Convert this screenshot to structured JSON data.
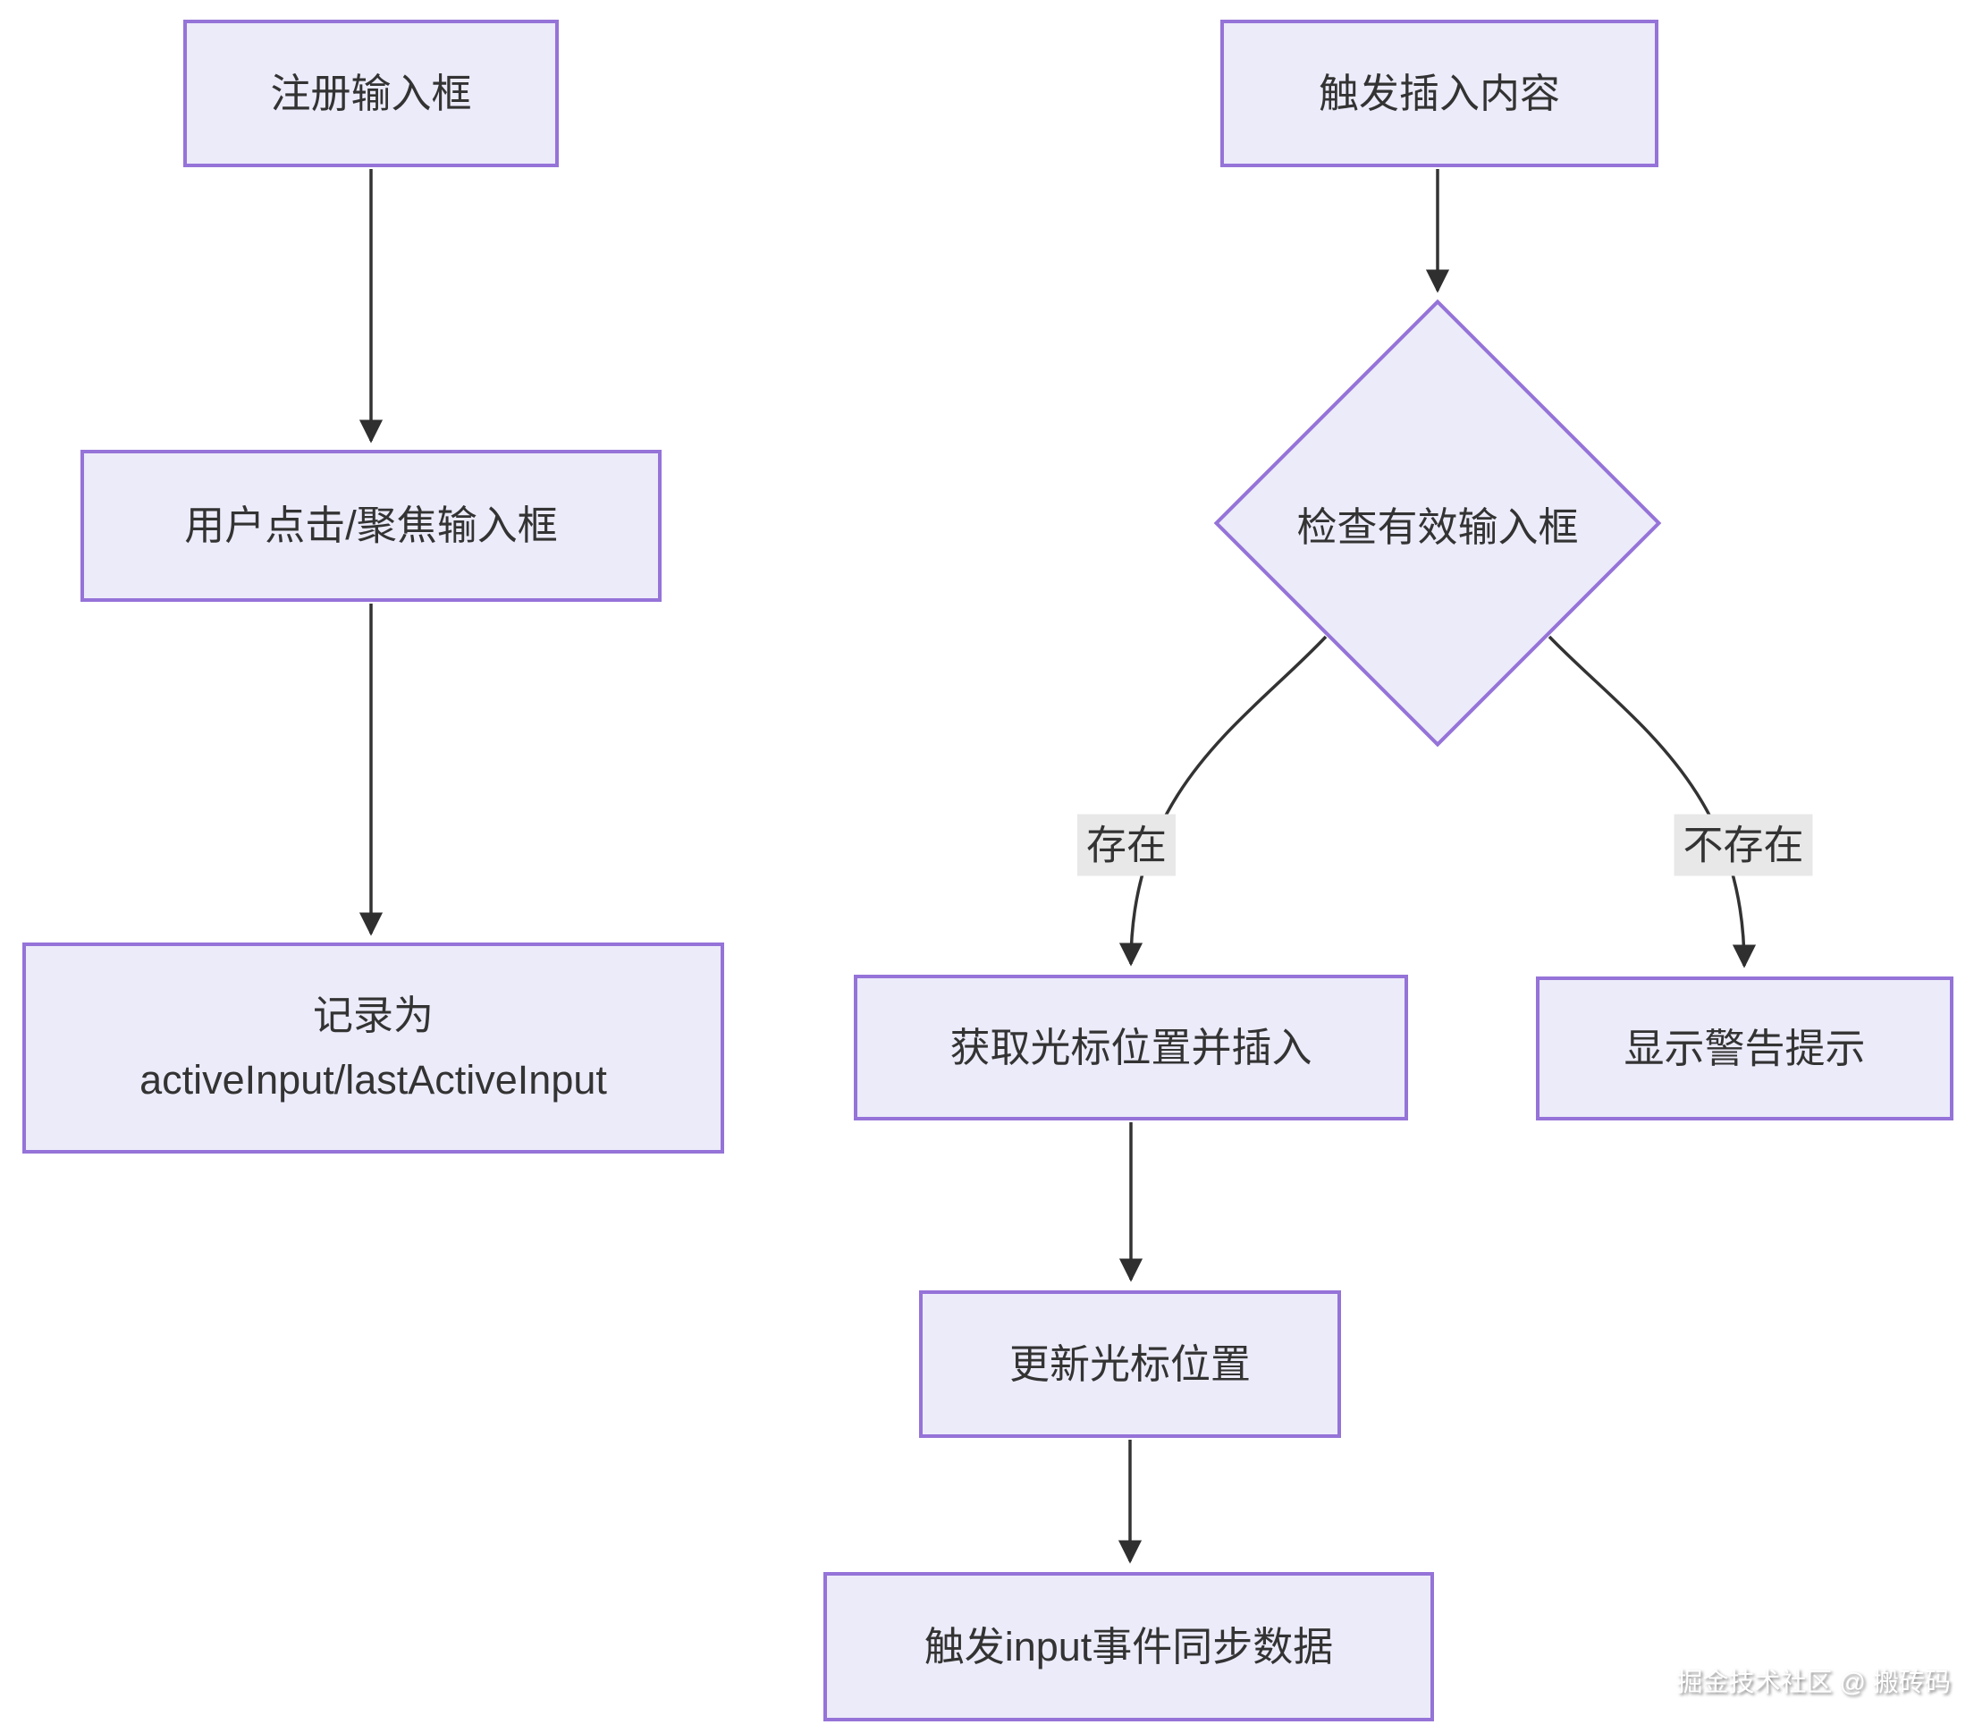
{
  "diagram": {
    "type": "flowchart",
    "nodes": {
      "register": "注册输入框",
      "focus": "用户点击/聚焦输入框",
      "record_line1": "记录为",
      "record_line2": "activeInput/lastActiveInput",
      "trigger": "触发插入内容",
      "check": "检查有效输入框",
      "get_cursor": "获取光标位置并插入",
      "warn": "显示警告提示",
      "update_cursor": "更新光标位置",
      "sync": "触发input事件同步数据"
    },
    "edge_labels": {
      "exists": "存在",
      "not_exists": "不存在"
    },
    "connections": [
      {
        "from": "注册输入框",
        "to": "用户点击/聚焦输入框",
        "label": ""
      },
      {
        "from": "用户点击/聚焦输入框",
        "to": "记录为 activeInput/lastActiveInput",
        "label": ""
      },
      {
        "from": "触发插入内容",
        "to": "检查有效输入框",
        "label": ""
      },
      {
        "from": "检查有效输入框",
        "to": "获取光标位置并插入",
        "label": "存在"
      },
      {
        "from": "检查有效输入框",
        "to": "显示警告提示",
        "label": "不存在"
      },
      {
        "from": "获取光标位置并插入",
        "to": "更新光标位置",
        "label": ""
      },
      {
        "from": "更新光标位置",
        "to": "触发input事件同步数据",
        "label": ""
      }
    ],
    "colors": {
      "node_fill": "#ECEBFA",
      "node_border": "#9573D8",
      "edge_line": "#333333",
      "edge_label_bg": "#e8e8e8",
      "text": "#333333",
      "background": "#ffffff"
    }
  },
  "watermark": "掘金技术社区 @ 搬砖码"
}
